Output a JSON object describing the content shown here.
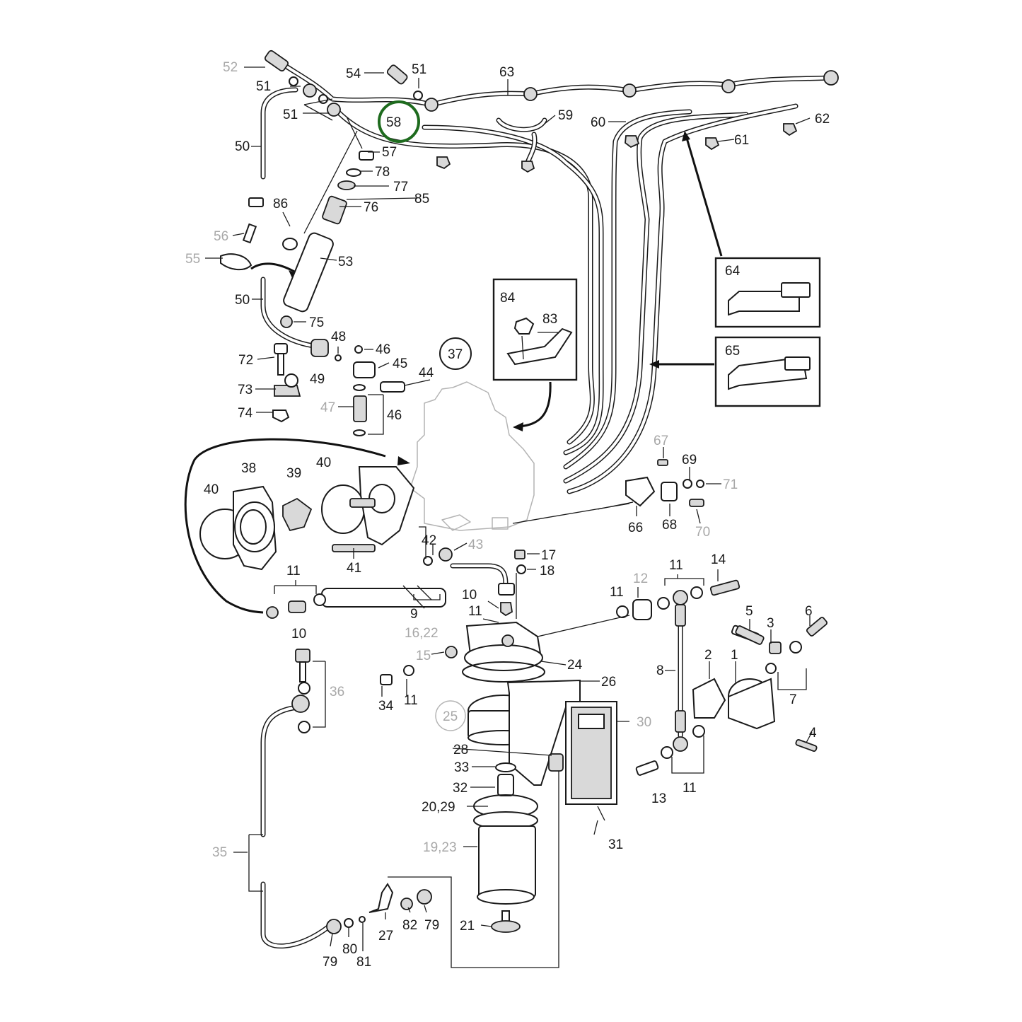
{
  "diagram": {
    "highlight_color": "#1e6b1e",
    "highlighted_part": "58",
    "labels": {
      "l52": "52",
      "l54": "54",
      "l51a": "51",
      "l63": "63",
      "l51b": "51",
      "l51c": "51",
      "l58": "58",
      "l59": "59",
      "l60": "60",
      "l62": "62",
      "l61": "61",
      "l50a": "50",
      "l57": "57",
      "l78": "78",
      "l77": "77",
      "l85": "85",
      "l76": "76",
      "l86": "86",
      "l56": "56",
      "l53": "53",
      "l55": "55",
      "l50b": "50",
      "l75": "75",
      "l64": "64",
      "l84": "84",
      "l83": "83",
      "l65": "65",
      "l48": "48",
      "l46a": "46",
      "l72": "72",
      "l45": "45",
      "l37": "37",
      "l44": "44",
      "l49": "49",
      "l73": "73",
      "l47": "47",
      "l46b": "46",
      "l74": "74",
      "l67": "67",
      "l69": "69",
      "l71": "71",
      "l38": "38",
      "l39": "39",
      "l40a": "40",
      "l40b": "40",
      "l66": "66",
      "l68": "68",
      "l70": "70",
      "l42": "42",
      "l43": "43",
      "l17": "17",
      "l18": "18",
      "l41": "41",
      "l11a": "11",
      "l11b": "11",
      "l14": "14",
      "l10a": "10",
      "l12": "12",
      "l11c": "11",
      "l9": "9",
      "l10b": "10",
      "l11d": "11",
      "l5": "5",
      "l6": "6",
      "l16_22": "16,22",
      "l3": "3",
      "l15": "15",
      "l24": "24",
      "l2": "2",
      "l1": "1",
      "l8": "8",
      "l36": "36",
      "l26": "26",
      "l34": "34",
      "l11e": "11",
      "l25": "25",
      "l30": "30",
      "l7": "7",
      "l4": "4",
      "l28": "28",
      "l33": "33",
      "l32": "32",
      "l13": "13",
      "l11f": "11",
      "l20_29": "20,29",
      "l31": "31",
      "l19_23": "19,23",
      "l35": "35",
      "l82": "82",
      "l79a": "79",
      "l21": "21",
      "l27": "27",
      "l79b": "79",
      "l80": "80",
      "l81": "81"
    }
  }
}
